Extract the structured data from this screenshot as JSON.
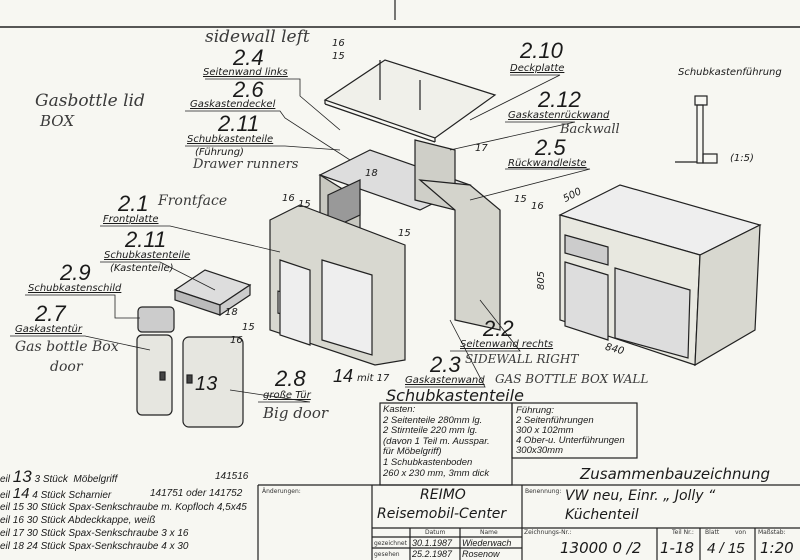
{
  "parts": {
    "p2_4": {
      "num": "2.4",
      "label": "Seitenwand links",
      "note": "sidewall left"
    },
    "p2_6": {
      "num": "2.6",
      "label": "Gaskastendeckel",
      "note": "Gasbottle lid",
      "note2": "BOX"
    },
    "p2_11a": {
      "num": "2.11",
      "label": "Schubkastenteile",
      "sub": "(Führung)",
      "note": "Drawer runners"
    },
    "p2_1": {
      "num": "2.1",
      "label": "Frontplatte",
      "note": "Frontface"
    },
    "p2_11b": {
      "num": "2.11",
      "label": "Schubkastenteile",
      "sub": "(Kastenteile)"
    },
    "p2_9": {
      "num": "2.9",
      "label": "Schubkastenschild"
    },
    "p2_7": {
      "num": "2.7",
      "label": "Gaskastentür",
      "note": "Gas bottle Box",
      "note2": "door"
    },
    "p2_8": {
      "num": "2.8",
      "label": "große Tür",
      "note": "Big door"
    },
    "p2_10": {
      "num": "2.10",
      "label": "Deckplatte"
    },
    "p2_12": {
      "num": "2.12",
      "label": "Gaskastenrückwand",
      "note": "Backwall"
    },
    "p2_5": {
      "num": "2.5",
      "label": "Rückwandleiste"
    },
    "p2_2": {
      "num": "2.2",
      "label": "Seitenwand rechts",
      "note": "SIDEWALL RIGHT"
    },
    "p2_3": {
      "num": "2.3",
      "label": "Gaskastenwand",
      "note": "GAS BOTTLE BOX WALL"
    }
  },
  "callouts": {
    "c16a": "16",
    "c15a": "15",
    "c16b": "16",
    "c15b": "15",
    "c18": "18",
    "c17": "17",
    "c15c": "15",
    "c16c": "16",
    "c15d": "15",
    "c18b": "18",
    "c15e": "15",
    "c16d": "16",
    "c13": "13",
    "c14": "14",
    "c14mit": "mit 17"
  },
  "detail": {
    "title": "Schubkastenführung",
    "scale": "(1:5)"
  },
  "dimensions": {
    "depth": "500",
    "height": "805",
    "width": "840"
  },
  "drawer_parts": {
    "title": "Schubkastenteile",
    "kasten": [
      "Kasten:",
      "2 Seitenteile  280mm lg.",
      "2 Stirnteile    220 mm lg.",
      "(davon 1 Teil m. Ausspar.",
      "für Möbelgriff)",
      "1 Schubkastenboden",
      "260 x 230 mm, 3mm dick"
    ],
    "fuehrung": [
      "Führung:",
      "2 Seitenführungen",
      "300 x 102mm",
      "4 Ober-u. Unterführungen",
      "300x30mm"
    ]
  },
  "parts_list": [
    {
      "prefix": "eil",
      "teil": "13",
      "qty": "3",
      "unit": "Stück",
      "desc": "Möbelgriff",
      "ref": "141516"
    },
    {
      "prefix": "eil",
      "teil": "14",
      "qty": "4",
      "unit": "Stück",
      "desc": "Scharnier",
      "ref": "141751 oder 141752"
    },
    {
      "prefix": "eil",
      "teil": "15",
      "qty": "30",
      "unit": "Stück",
      "desc": "Spax-Senkschraube m. Kopfloch 4,5x45",
      "ref": ""
    },
    {
      "prefix": "eil",
      "teil": "16",
      "qty": "30",
      "unit": "Stück",
      "desc": "Abdeckkappe, weiß",
      "ref": ""
    },
    {
      "prefix": "eil",
      "teil": "17",
      "qty": "30",
      "unit": "Stück",
      "desc": "Spax-Senkschraube    3 x 16",
      "ref": ""
    },
    {
      "prefix": "eil",
      "teil": "18",
      "qty": "24",
      "unit": "Stück",
      "desc": "Spax-Senkschraube    4 x 30",
      "ref": ""
    }
  ],
  "title_block": {
    "heading": "Zusammenbauzeichnung",
    "changes_label": "Änderungen:",
    "company1": "REIMO",
    "company2": "Reisemobil-Center",
    "naming_label": "Benennung:",
    "name1": "VW neu, Einr. „ Jolly “",
    "name2": "Küchenteil",
    "datum_label": "Datum",
    "name_label": "Name",
    "drawn_label": "gezeichnet",
    "drawn_date": "30.1.1987",
    "drawn_name": "Wiederwach",
    "checked_label": "gesehen",
    "checked_date": "25.2.1987",
    "checked_name": "Rosenow",
    "drawing_no_label": "Zeichnungs-Nr.:",
    "drawing_no": "13000 0 /2",
    "part_no_label": "Teil Nr.:",
    "part_no": "1-18",
    "sheet_label": "Blatt",
    "of_label": "von",
    "sheet": "4 / 15",
    "scale_label": "Maßstab:",
    "scale": "1:20"
  }
}
